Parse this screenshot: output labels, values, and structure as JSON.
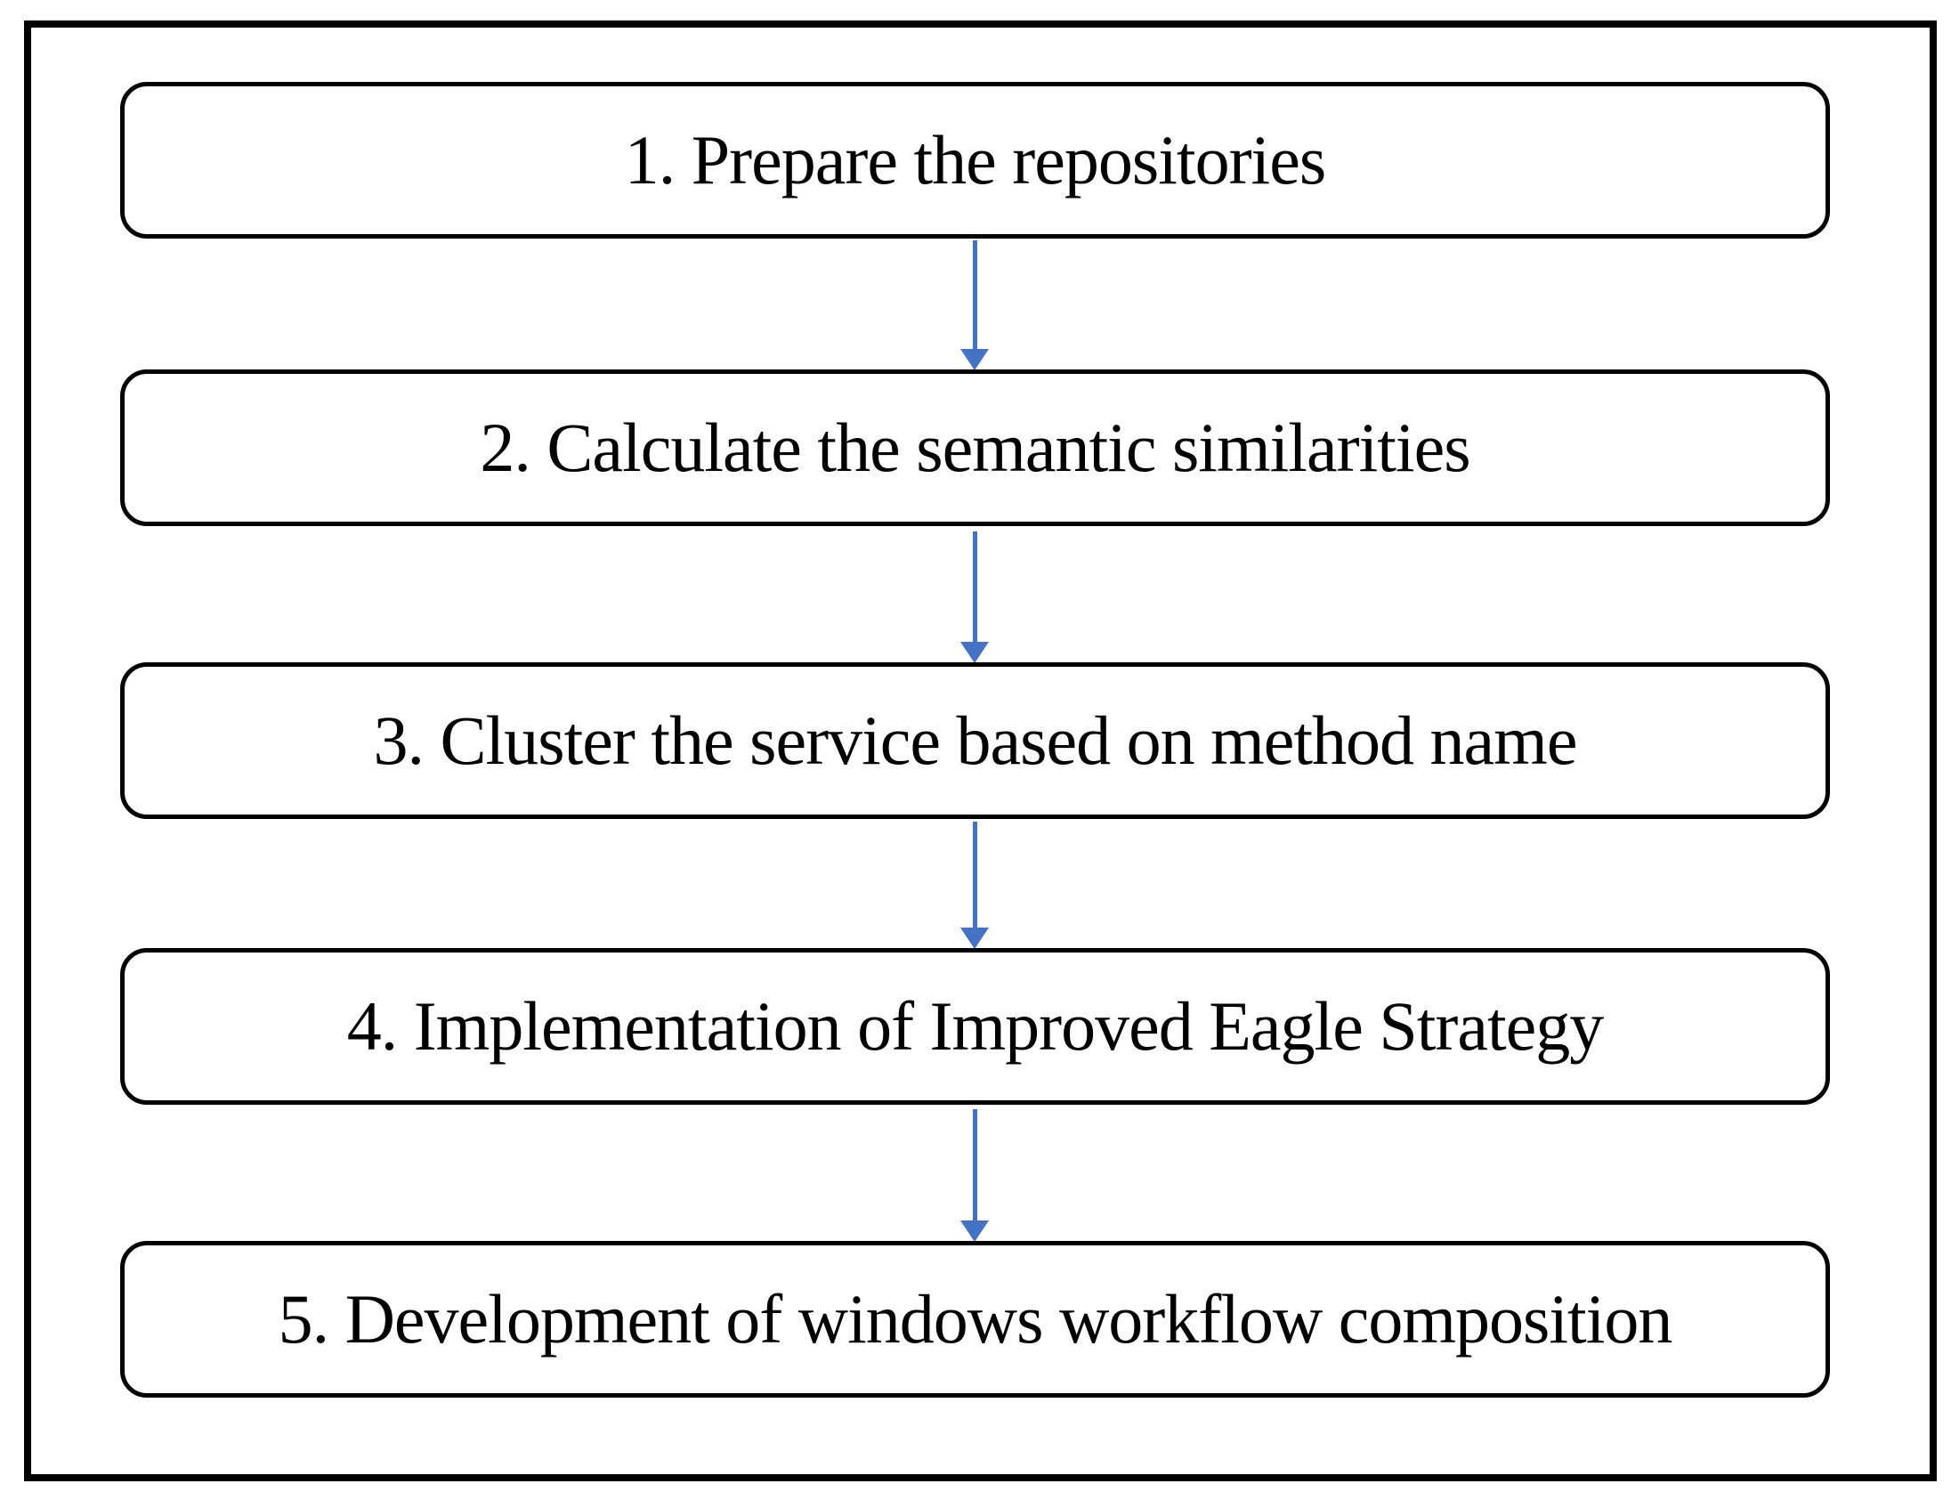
{
  "diagram": {
    "type": "flowchart",
    "direction": "top-to-bottom",
    "steps": [
      "1. Prepare the repositories",
      "2. Calculate the semantic similarities",
      "3. Cluster the service based on method name",
      "4. Implementation of Improved Eagle Strategy",
      "5. Development of windows workflow composition"
    ],
    "connectors": [
      {
        "from": 1,
        "to": 2,
        "style": "arrow-down"
      },
      {
        "from": 2,
        "to": 3,
        "style": "arrow-down"
      },
      {
        "from": 3,
        "to": 4,
        "style": "arrow-down"
      },
      {
        "from": 4,
        "to": 5,
        "style": "arrow-down"
      }
    ],
    "colors": {
      "arrow": "#4472C4",
      "box_border": "#000000",
      "frame_border": "#000000",
      "background": "#ffffff",
      "text": "#000000"
    }
  }
}
